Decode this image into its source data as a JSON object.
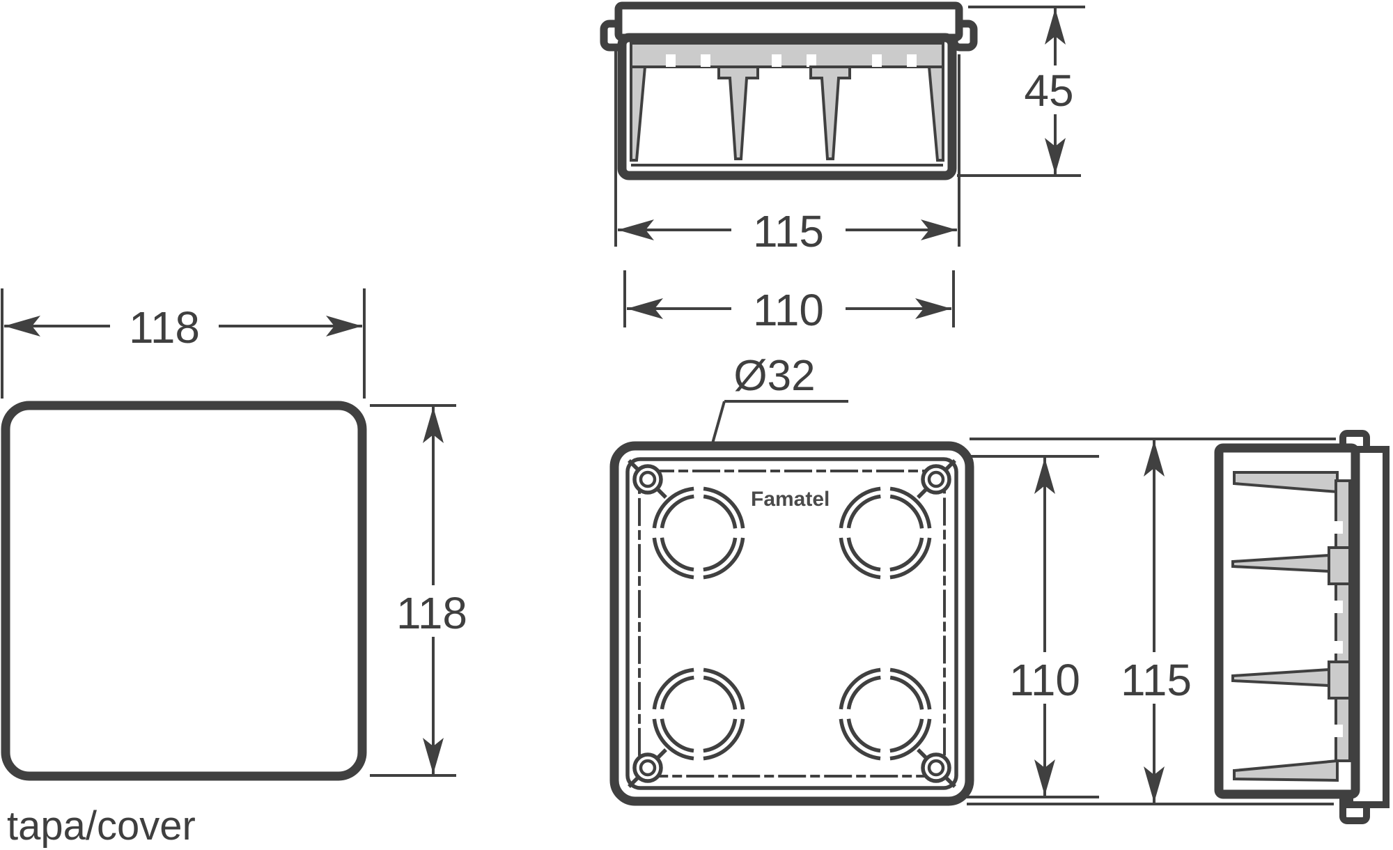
{
  "drawing": {
    "brand": "Famatel",
    "caption": "tapa/cover",
    "dimensions": {
      "cover_width": "118",
      "cover_height": "118",
      "box_depth": "45",
      "top_outer_width": "115",
      "top_inner_width": "110",
      "side_inner_height": "110",
      "side_outer_height": "115",
      "knockout_diameter": "Ø32"
    },
    "colors": {
      "line": "#404040",
      "plastic_section_gray": "#cbcbcb",
      "background": "#ffffff"
    }
  }
}
